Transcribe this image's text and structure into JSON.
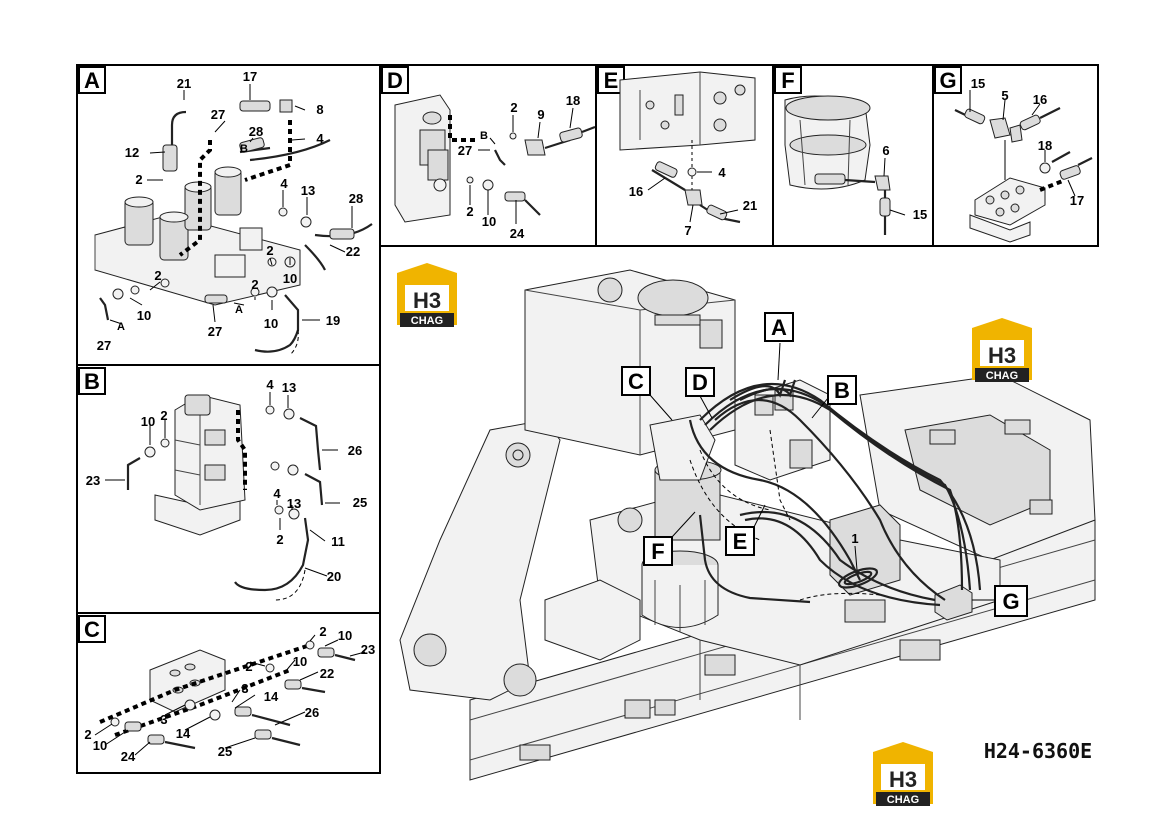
{
  "drawing_code": "H24-6360E",
  "watermark": {
    "top": "H3",
    "bottom": "CHAG"
  },
  "panels": {
    "A": {
      "label": "A",
      "callouts": [
        "21",
        "17",
        "8",
        "27",
        "28",
        "4",
        "12",
        "B",
        "2",
        "4",
        "13",
        "28",
        "22",
        "2",
        "10",
        "2",
        "10",
        "A",
        "27",
        "A",
        "27",
        "10",
        "2",
        "19"
      ]
    },
    "B": {
      "label": "B",
      "callouts": [
        "4",
        "13",
        "10",
        "2",
        "26",
        "23",
        "25",
        "4",
        "13",
        "2",
        "11",
        "20"
      ]
    },
    "C": {
      "label": "C",
      "callouts": [
        "2",
        "10",
        "23",
        "2",
        "10",
        "22",
        "3",
        "14",
        "3",
        "14",
        "26",
        "2",
        "10",
        "24",
        "25"
      ]
    },
    "D": {
      "label": "D",
      "callouts": [
        "2",
        "9",
        "18",
        "B",
        "27",
        "2",
        "10",
        "24"
      ]
    },
    "E": {
      "label": "E",
      "callouts": [
        "4",
        "16",
        "7",
        "21"
      ]
    },
    "F": {
      "label": "F",
      "callouts": [
        "6",
        "15"
      ]
    },
    "G": {
      "label": "G",
      "callouts": [
        "15",
        "5",
        "16",
        "18",
        "17"
      ]
    }
  },
  "main": {
    "flags": [
      "A",
      "B",
      "C",
      "D",
      "E",
      "F",
      "G"
    ],
    "callouts": [
      "1"
    ]
  }
}
